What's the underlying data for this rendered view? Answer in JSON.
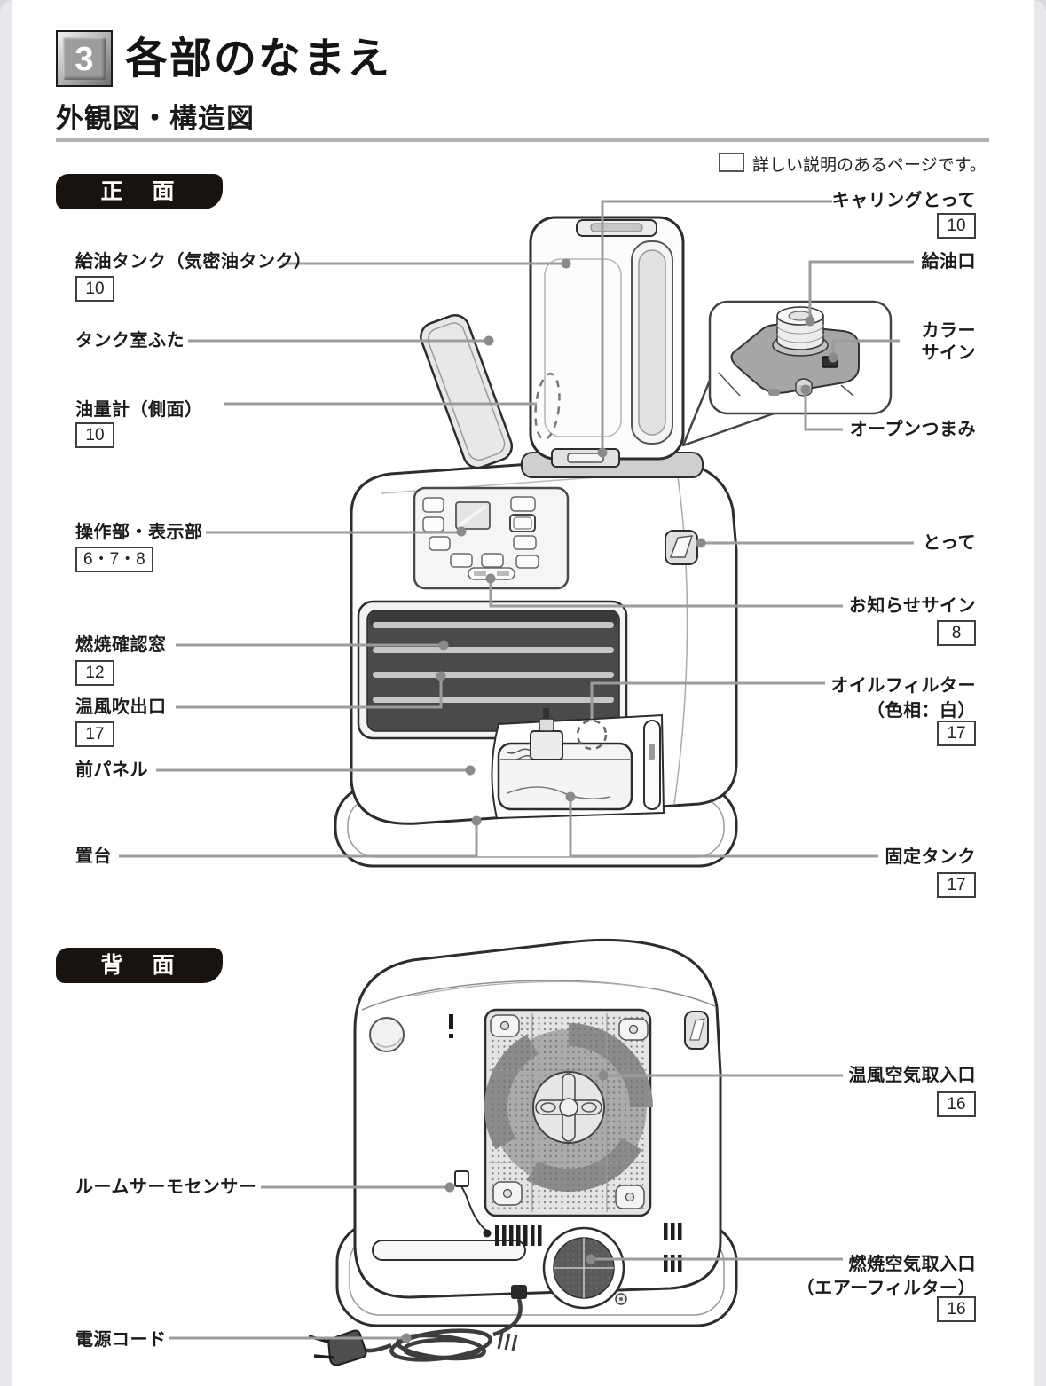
{
  "header": {
    "section_number": "3",
    "title": "各部のなまえ",
    "subtitle": "外観図・構造図",
    "note": "詳しい説明のあるページです。"
  },
  "front": {
    "badge": "正　面",
    "fuel_tank": {
      "label": "給油タンク（気密油タンク）",
      "page": "10"
    },
    "tank_lid": {
      "label": "タンク室ふた"
    },
    "oil_gauge": {
      "label": "油量計（側面）",
      "page": "10"
    },
    "control_panel": {
      "label": "操作部・表示部",
      "page": "6・7・8"
    },
    "burn_window": {
      "label": "燃焼確認窓",
      "page": "12"
    },
    "warm_air_outlet": {
      "label": "温風吹出口",
      "page": "17"
    },
    "front_panel": {
      "label": "前パネル"
    },
    "base_stand": {
      "label": "置台"
    },
    "carrying_handle": {
      "label": "キャリングとって",
      "page": "10"
    },
    "fuel_port": {
      "label": "給油口"
    },
    "color_sign": {
      "line1": "カラー",
      "line2": "サイン"
    },
    "open_knob": {
      "label": "オープンつまみ"
    },
    "side_handle": {
      "label": "とって"
    },
    "notice_sign": {
      "label": "お知らせサイン",
      "page": "8"
    },
    "oil_filter": {
      "label": "オイルフィルター",
      "sub": "（色相：白）",
      "page": "17"
    },
    "fixed_tank": {
      "label": "固定タンク",
      "page": "17"
    }
  },
  "back": {
    "badge": "背　面",
    "warm_air_intake": {
      "label": "温風空気取入口",
      "page": "16"
    },
    "room_thermo_sensor": {
      "label": "ルームサーモセンサー"
    },
    "combustion_air_intake": {
      "label": "燃焼空気取入口",
      "sub": "（エアーフィルター）",
      "page": "16"
    },
    "power_cord": {
      "label": "電源コード"
    }
  }
}
